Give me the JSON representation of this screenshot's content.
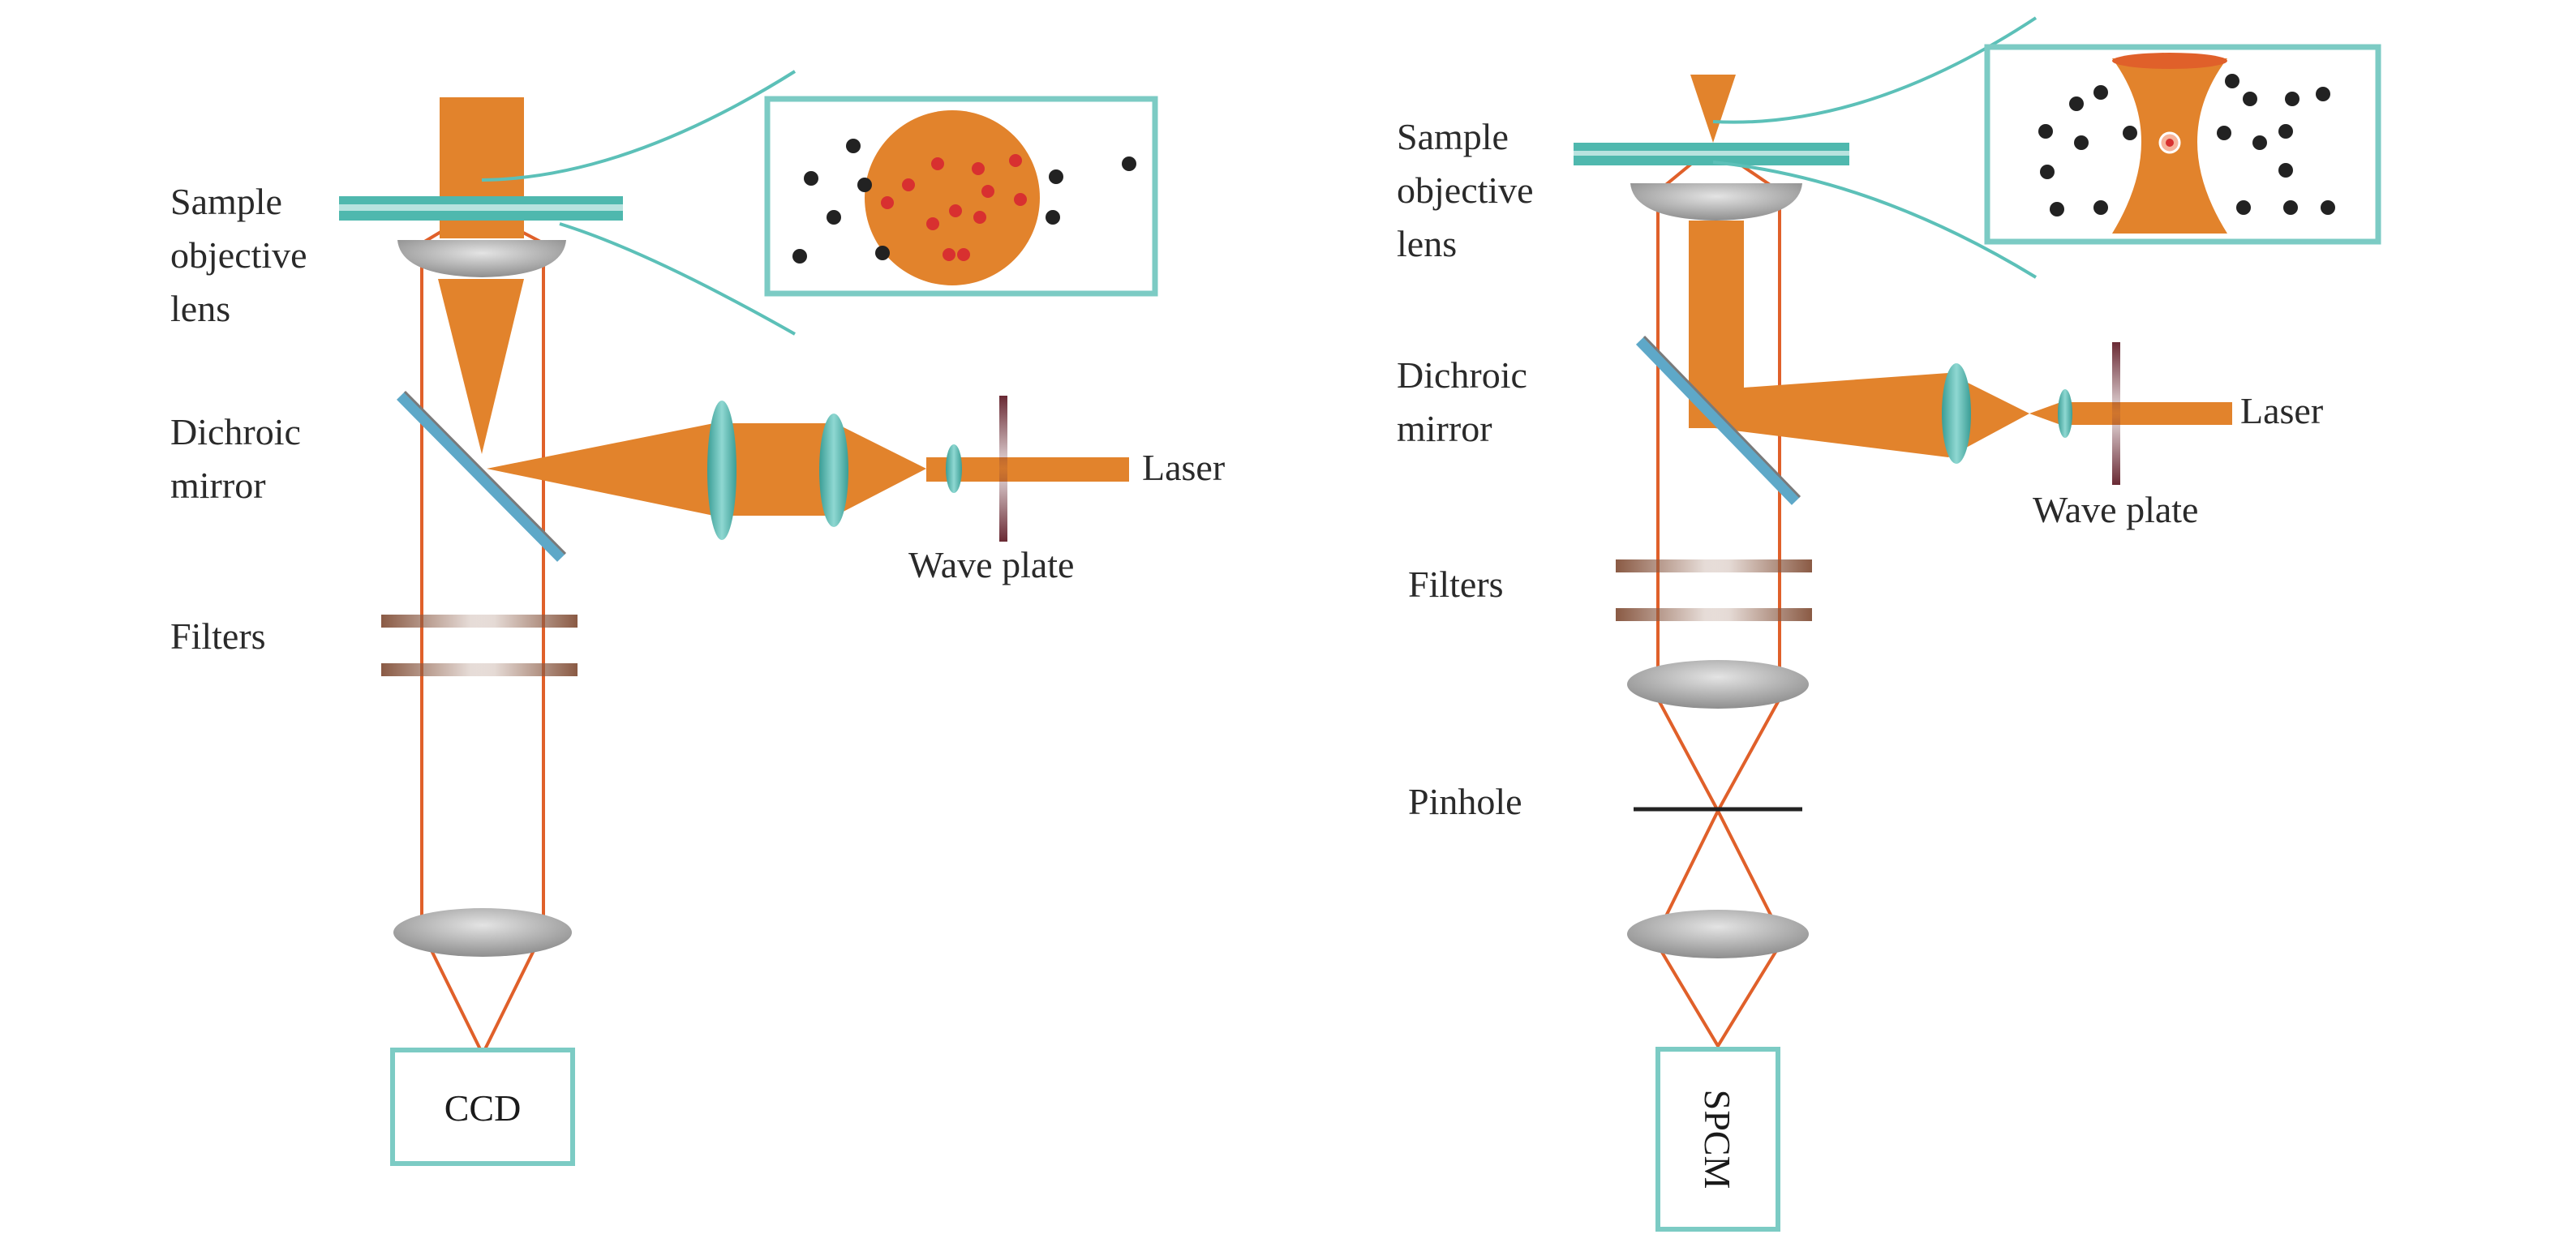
{
  "colors": {
    "beam_orange": "#E2832C",
    "ray_line": "#E0602A",
    "teal": "#5CC0B8",
    "teal_dark": "#3A9D95",
    "slide": "#4FB8AE",
    "box_border": "#7CCBC4",
    "lens_gray": "#A3A3A3",
    "mirror": "#5EA8C8",
    "filter_brown": "#8A5A44",
    "waveplate": "#6A2A34",
    "particle": "#222222",
    "red_particle": "#D83030"
  },
  "left_setup": {
    "labels": {
      "sample_objective": [
        "Sample",
        "objective",
        "lens"
      ],
      "dichroic": [
        "Dichroic",
        "mirror"
      ],
      "filters": "Filters",
      "laser": "Laser",
      "wave_plate": "Wave plate",
      "detector": "CCD"
    }
  },
  "right_setup": {
    "labels": {
      "sample_objective": [
        "Sample",
        "objective",
        "lens"
      ],
      "dichroic": [
        "Dichroic",
        "mirror"
      ],
      "filters": "Filters",
      "pinhole": "Pinhole",
      "laser": "Laser",
      "wave_plate": "Wave plate",
      "detector": "SPCM"
    }
  }
}
